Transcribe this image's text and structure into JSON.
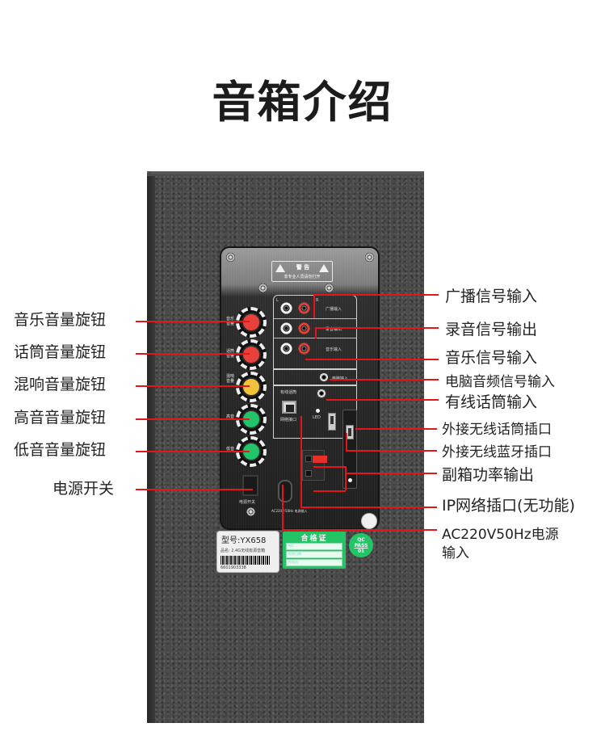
{
  "title": "音箱介绍",
  "panel": {
    "warning": {
      "title": "警 告",
      "subtitle": "非专业人员请勿打开"
    },
    "knob_labels": [
      "音乐音量",
      "话筒音量",
      "混响音量",
      "高音",
      "低音"
    ],
    "jack_labels": {
      "broadcast_in": "广播输入",
      "record_out": "录音输出",
      "music_in": "音乐输入",
      "pc_in": "电脑输入",
      "wired_mic": "有线话筒",
      "network": "网络接口",
      "led": "LED",
      "left": "L",
      "right": "R"
    },
    "power_switch_label": "电源开关",
    "power_inlet_label": "AC220V-50Hz 电源输入"
  },
  "stickers": {
    "model": {
      "title": "型号:YX658",
      "product_name": "品名: 2.4G无线有源音箱",
      "barcode_number": "6601903338"
    },
    "qc": {
      "title": "合格证",
      "fields": [
        "NO.",
        "检验日期",
        "检验员"
      ]
    },
    "qc_pass": {
      "line1": "QC",
      "line2": "PASS",
      "line3": "01"
    }
  },
  "callouts_left": [
    {
      "label": "音乐音量旋钮"
    },
    {
      "label": "话筒音量旋钮"
    },
    {
      "label": "混响音量旋钮"
    },
    {
      "label": "高音音量旋钮"
    },
    {
      "label": "低音音量旋钮"
    },
    {
      "label": "电源开关"
    }
  ],
  "callouts_right": [
    {
      "label": "广播信号输入"
    },
    {
      "label": "录音信号输出"
    },
    {
      "label": "音乐信号输入"
    },
    {
      "label": "电脑音频信号输入"
    },
    {
      "label": "有线话筒输入"
    },
    {
      "label": "外接无线话筒插口"
    },
    {
      "label": "外接无线蓝牙插口"
    },
    {
      "label": "副箱功率输出"
    },
    {
      "label": "IP网络插口(无功能)"
    },
    {
      "label": "AC220V50Hz电源"
    },
    {
      "label": "输入"
    }
  ],
  "colors": {
    "callout_line": "#e5161b",
    "cabinet": "#4a4a4a",
    "knob_red": "#e8413b",
    "knob_yellow": "#f2c23a",
    "knob_green": "#22c46a",
    "qc_green": "#22c466"
  }
}
